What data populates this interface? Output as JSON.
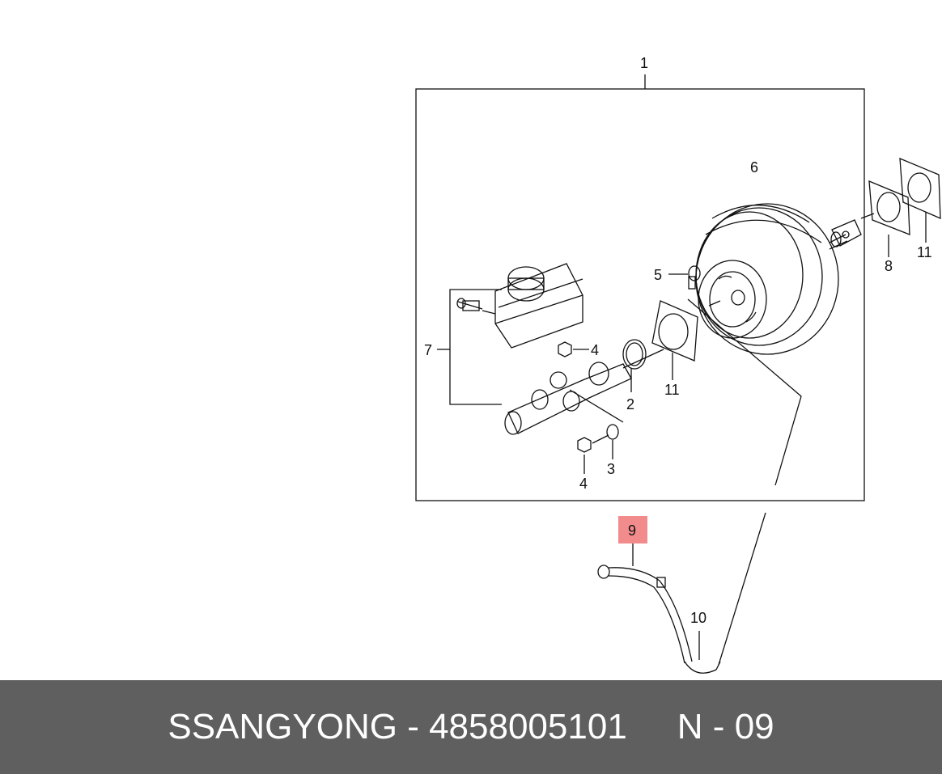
{
  "callouts": {
    "c1": "1",
    "c2": "2",
    "c3": "3",
    "c4a": "4",
    "c4b": "4",
    "c5": "5",
    "c6": "6",
    "c7": "7",
    "c8": "8",
    "c9": "9",
    "c10": "10",
    "c11a": "11",
    "c11b": "11"
  },
  "highlight_color": "#f28b8b",
  "footer": {
    "brand": "SSANGYONG",
    "separator": " - ",
    "part_number": "4858005101",
    "ref_prefix": "N",
    "ref_separator": " - ",
    "ref_number": "09"
  }
}
